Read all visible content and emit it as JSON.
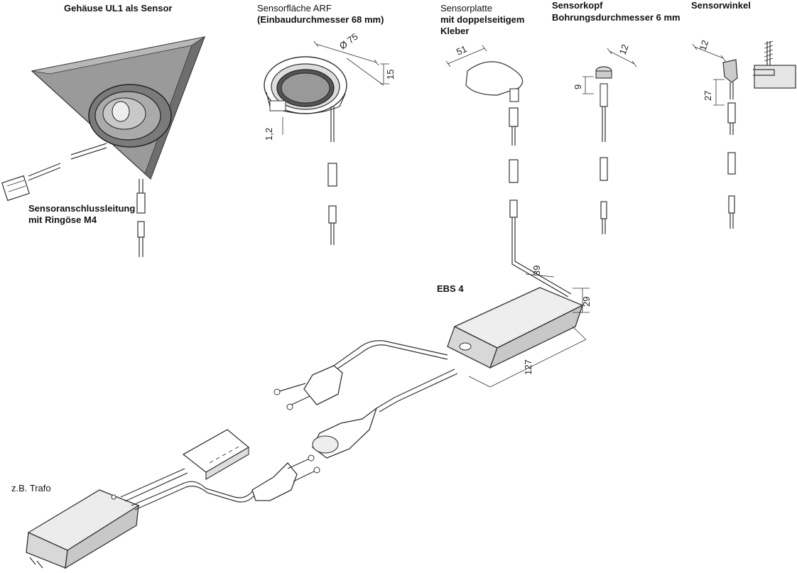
{
  "labels": {
    "housing": "Gehäuse UL1 als Sensor",
    "sensor_cable_1": "Sensoranschlussleitung",
    "sensor_cable_2": "mit Ringöse M4",
    "arf_1": "Sensorfläche ARF",
    "arf_2": "(Einbaudurchmesser 68 mm)",
    "plate_1": "Sensorplatte",
    "plate_2": "mit doppelseitigem",
    "plate_3": "Kleber",
    "head_1": "Sensorkopf",
    "head_2": "Bohrungsdurchmesser 6 mm",
    "angle": "Sensorwinkel",
    "ebs": "EBS 4",
    "trafo": "z.B. Trafo"
  },
  "dimensions": {
    "arf_diameter": "Ø 75",
    "arf_height": "15",
    "arf_flange": "1,2",
    "plate_width": "51",
    "head_width": "12",
    "head_height": "9",
    "angle_width": "12",
    "angle_height": "27",
    "ebs_width": "39",
    "ebs_height": "29",
    "ebs_length": "127"
  },
  "colors": {
    "line": "#333333",
    "housing_fill": "#9a9a9a",
    "housing_dark": "#6e6e6e",
    "box_fill": "#d8d8d8"
  }
}
